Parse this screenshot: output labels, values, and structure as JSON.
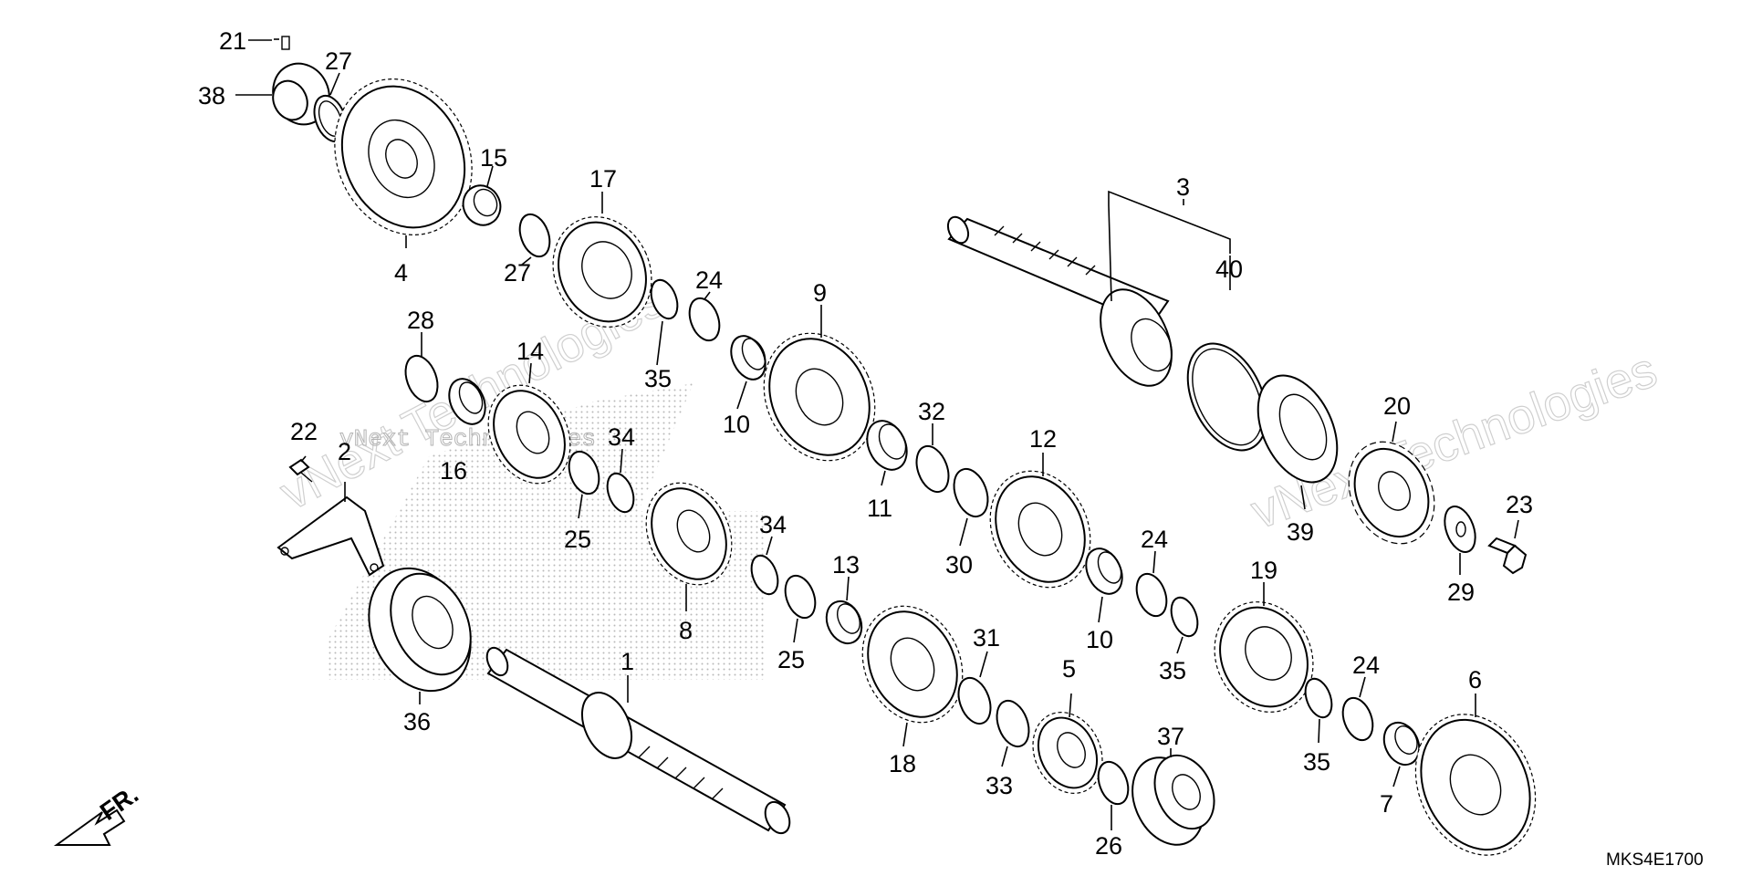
{
  "diagram": {
    "code": "MKS4E1700",
    "direction_label": "FR.",
    "watermarks": [
      "vNext Technologies",
      "vNext Technologies",
      "vNext Technologies"
    ]
  },
  "callouts": [
    {
      "id": "c1",
      "text": "1"
    },
    {
      "id": "c2",
      "text": "2"
    },
    {
      "id": "c3",
      "text": "3"
    },
    {
      "id": "c4",
      "text": "4"
    },
    {
      "id": "c5",
      "text": "5"
    },
    {
      "id": "c6",
      "text": "6"
    },
    {
      "id": "c7",
      "text": "7"
    },
    {
      "id": "c8",
      "text": "8"
    },
    {
      "id": "c9",
      "text": "9"
    },
    {
      "id": "c10a",
      "text": "10"
    },
    {
      "id": "c10b",
      "text": "10"
    },
    {
      "id": "c11",
      "text": "11"
    },
    {
      "id": "c12",
      "text": "12"
    },
    {
      "id": "c13",
      "text": "13"
    },
    {
      "id": "c14",
      "text": "14"
    },
    {
      "id": "c15",
      "text": "15"
    },
    {
      "id": "c16",
      "text": "16"
    },
    {
      "id": "c17",
      "text": "17"
    },
    {
      "id": "c18",
      "text": "18"
    },
    {
      "id": "c19",
      "text": "19"
    },
    {
      "id": "c20",
      "text": "20"
    },
    {
      "id": "c21",
      "text": "21"
    },
    {
      "id": "c22",
      "text": "22"
    },
    {
      "id": "c23",
      "text": "23"
    },
    {
      "id": "c24a",
      "text": "24"
    },
    {
      "id": "c24b",
      "text": "24"
    },
    {
      "id": "c24c",
      "text": "24"
    },
    {
      "id": "c25a",
      "text": "25"
    },
    {
      "id": "c25b",
      "text": "25"
    },
    {
      "id": "c26",
      "text": "26"
    },
    {
      "id": "c27a",
      "text": "27"
    },
    {
      "id": "c27b",
      "text": "27"
    },
    {
      "id": "c28",
      "text": "28"
    },
    {
      "id": "c29",
      "text": "29"
    },
    {
      "id": "c30",
      "text": "30"
    },
    {
      "id": "c31",
      "text": "31"
    },
    {
      "id": "c32",
      "text": "32"
    },
    {
      "id": "c33",
      "text": "33"
    },
    {
      "id": "c34a",
      "text": "34"
    },
    {
      "id": "c34b",
      "text": "34"
    },
    {
      "id": "c35a",
      "text": "35"
    },
    {
      "id": "c35b",
      "text": "35"
    },
    {
      "id": "c35c",
      "text": "35"
    },
    {
      "id": "c36",
      "text": "36"
    },
    {
      "id": "c37",
      "text": "37"
    },
    {
      "id": "c38",
      "text": "38"
    },
    {
      "id": "c39",
      "text": "39"
    },
    {
      "id": "c40",
      "text": "40"
    }
  ]
}
